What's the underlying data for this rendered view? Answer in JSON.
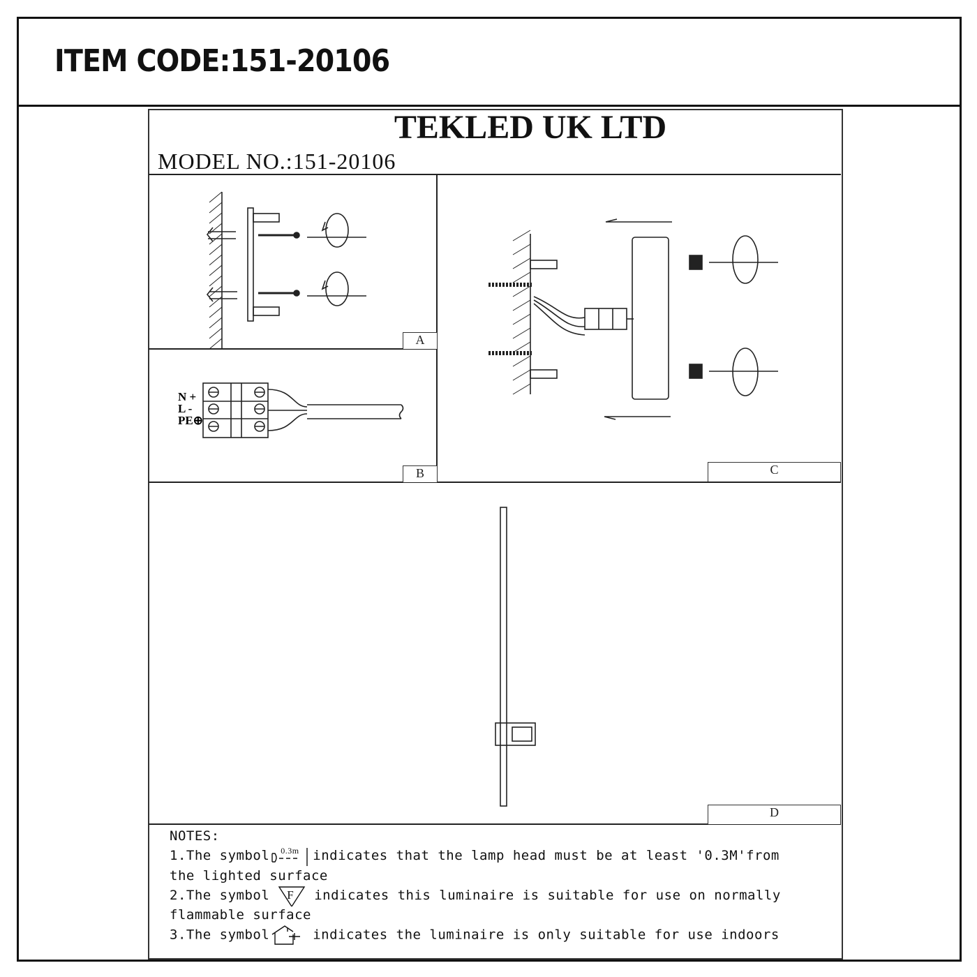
{
  "header": {
    "item_code": "ITEM CODE:151-20106"
  },
  "document": {
    "company": "TEKLED UK LTD",
    "model_no": "MODEL NO.:151-20106",
    "panels": {
      "a": {
        "label": "A"
      },
      "b": {
        "label": "B",
        "terminals": [
          "N",
          "L",
          "PE"
        ],
        "polarity": [
          "+",
          "-",
          "⊕"
        ]
      },
      "c": {
        "label": "C"
      },
      "d": {
        "label": "D"
      }
    },
    "notes": {
      "title": "NOTES:",
      "symbol_distance": "0.3m",
      "symbol_flammable": "F",
      "items": [
        {
          "prefix": "1.The symbol",
          "text": "indicates that the lamp head must be at least '0.3M'from",
          "cont": "the lighted surface"
        },
        {
          "prefix": "2.The symbol",
          "text": "indicates this luminaire is suitable for use on normally",
          "cont": "flammable surface"
        },
        {
          "prefix": "3.The symbol",
          "text": "indicates the luminaire is only suitable for use indoors"
        }
      ]
    }
  }
}
